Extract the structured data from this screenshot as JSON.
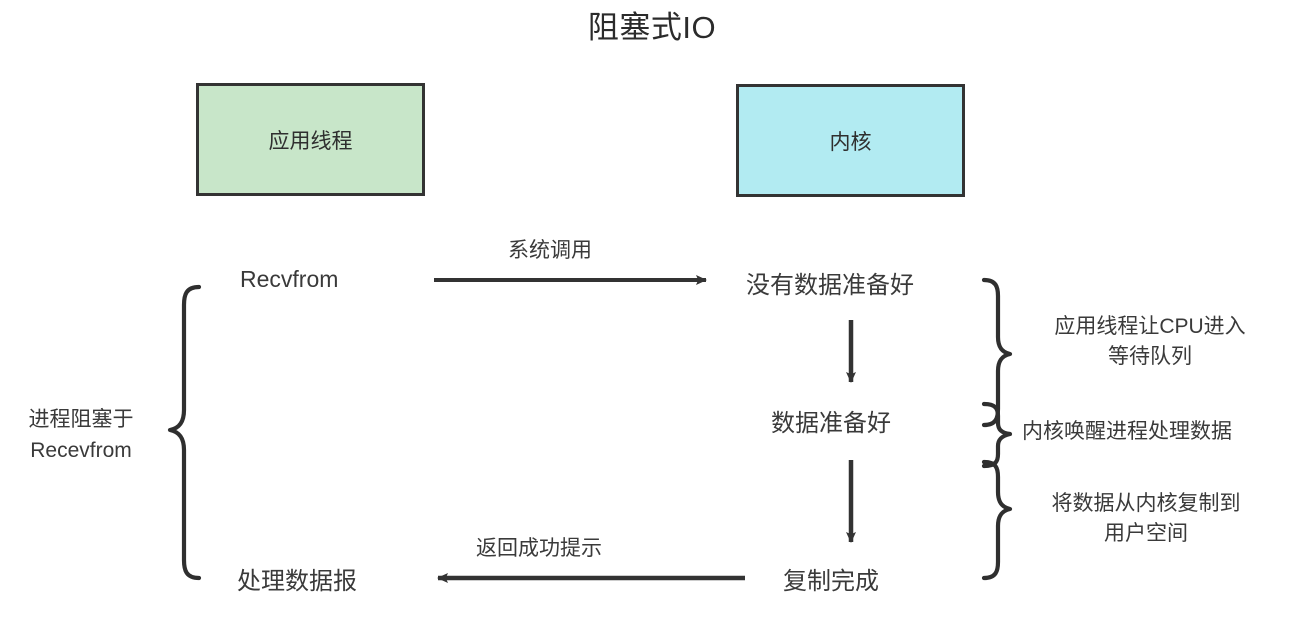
{
  "title": "阻塞式IO",
  "lanes": [
    {
      "id": "app",
      "label": "应用线程",
      "color": "#c8e6c9"
    },
    {
      "id": "kernel",
      "label": "内核",
      "color": "#b2ebf2"
    }
  ],
  "nodes": {
    "recvfrom": "Recvfrom",
    "no_data_ready": "没有数据准备好",
    "data_ready": "数据准备好",
    "copy_done": "复制完成",
    "handle_datagram": "处理数据报"
  },
  "edges": {
    "syscall_label": "系统调用",
    "return_label": "返回成功提示"
  },
  "annotations": {
    "left_brace": "进程阻塞于\nRecevfrom",
    "right": [
      "应用线程让CPU进入\n等待队列",
      "内核唤醒进程处理数据",
      "将数据从内核复制到\n用户空间"
    ]
  },
  "style": {
    "stroke": "#333333",
    "text": "#3a3a3a",
    "background": "#ffffff"
  }
}
